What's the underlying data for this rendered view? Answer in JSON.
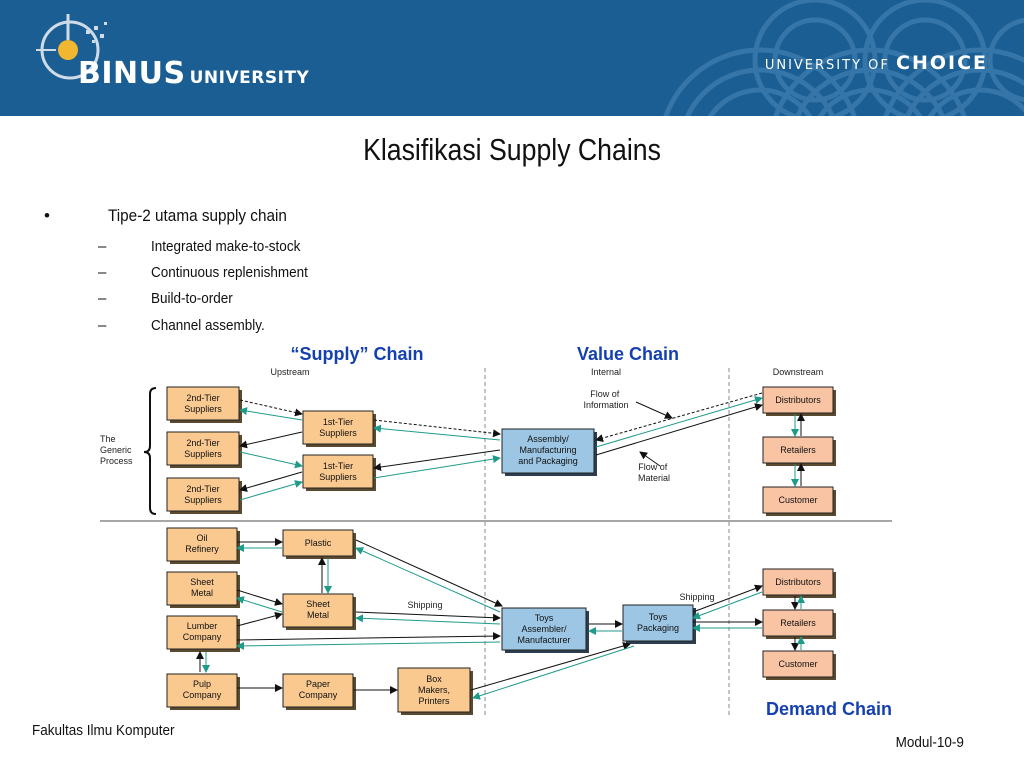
{
  "header": {
    "logo_main": "BINUS",
    "logo_sub": "UNIVERSITY",
    "tagline_pre": "UNIVERSITY OF",
    "tagline_bold": "CHOICE"
  },
  "slide": {
    "title": "Klasifikasi Supply Chains",
    "bullet": "Tipe-2 utama  supply chain",
    "sub_bullets": [
      "Integrated make-to-stock",
      "Continuous replenishment",
      "Build-to-order",
      "Channel assembly."
    ]
  },
  "diagram": {
    "label_supply_chain": "“Supply” Chain",
    "label_value_chain": "Value Chain",
    "label_demand_chain": "Demand Chain",
    "label_upstream": "Upstream",
    "label_internal": "Internal",
    "label_downstream": "Downstream",
    "label_generic_process": [
      "The",
      "Generic",
      "Process"
    ],
    "label_flow_info": [
      "Flow of",
      "Information"
    ],
    "label_flow_material": [
      "Flow of",
      "Material"
    ],
    "label_shipping": "Shipping",
    "generic_boxes": {
      "tier2_a": [
        "2nd-Tier",
        "Suppliers"
      ],
      "tier2_b": [
        "2nd-Tier",
        "Suppliers"
      ],
      "tier2_c": [
        "2nd-Tier",
        "Suppliers"
      ],
      "tier1_a": [
        "1st-Tier",
        "Suppliers"
      ],
      "tier1_b": [
        "1st-Tier",
        "Suppliers"
      ],
      "assembly": [
        "Assembly/",
        "Manufacturing",
        "and Packaging"
      ],
      "distributors": [
        "Distributors"
      ],
      "retailers": [
        "Retailers"
      ],
      "customer": [
        "Customer"
      ]
    },
    "toy_boxes": {
      "oil_refinery": [
        "Oil",
        "Refinery"
      ],
      "plastic": [
        "Plastic"
      ],
      "sheet_metal_raw": [
        "Sheet",
        "Metal"
      ],
      "sheet_metal": [
        "Sheet",
        "Metal"
      ],
      "lumber": [
        "Lumber",
        "Company"
      ],
      "pulp": [
        "Pulp",
        "Company"
      ],
      "paper": [
        "Paper",
        "Company"
      ],
      "box_makers": [
        "Box",
        "Makers,",
        "Printers"
      ],
      "toys_assembler": [
        "Toys",
        "Assembler/",
        "Manufacturer"
      ],
      "toys_packaging": [
        "Toys",
        "Packaging"
      ],
      "distributors": [
        "Distributors"
      ],
      "retailers": [
        "Retailers"
      ],
      "customer": [
        "Customer"
      ]
    },
    "colors": {
      "supplier_fill": "#f9c990",
      "internal_fill": "#9cc6e4",
      "downstream_fill": "#f9c4a4",
      "material_arrow": "#1f9b8a",
      "heading_blue": "#1540b0"
    }
  },
  "footer": {
    "left": "Fakultas Ilmu Komputer",
    "right": "Modul-10-9"
  }
}
